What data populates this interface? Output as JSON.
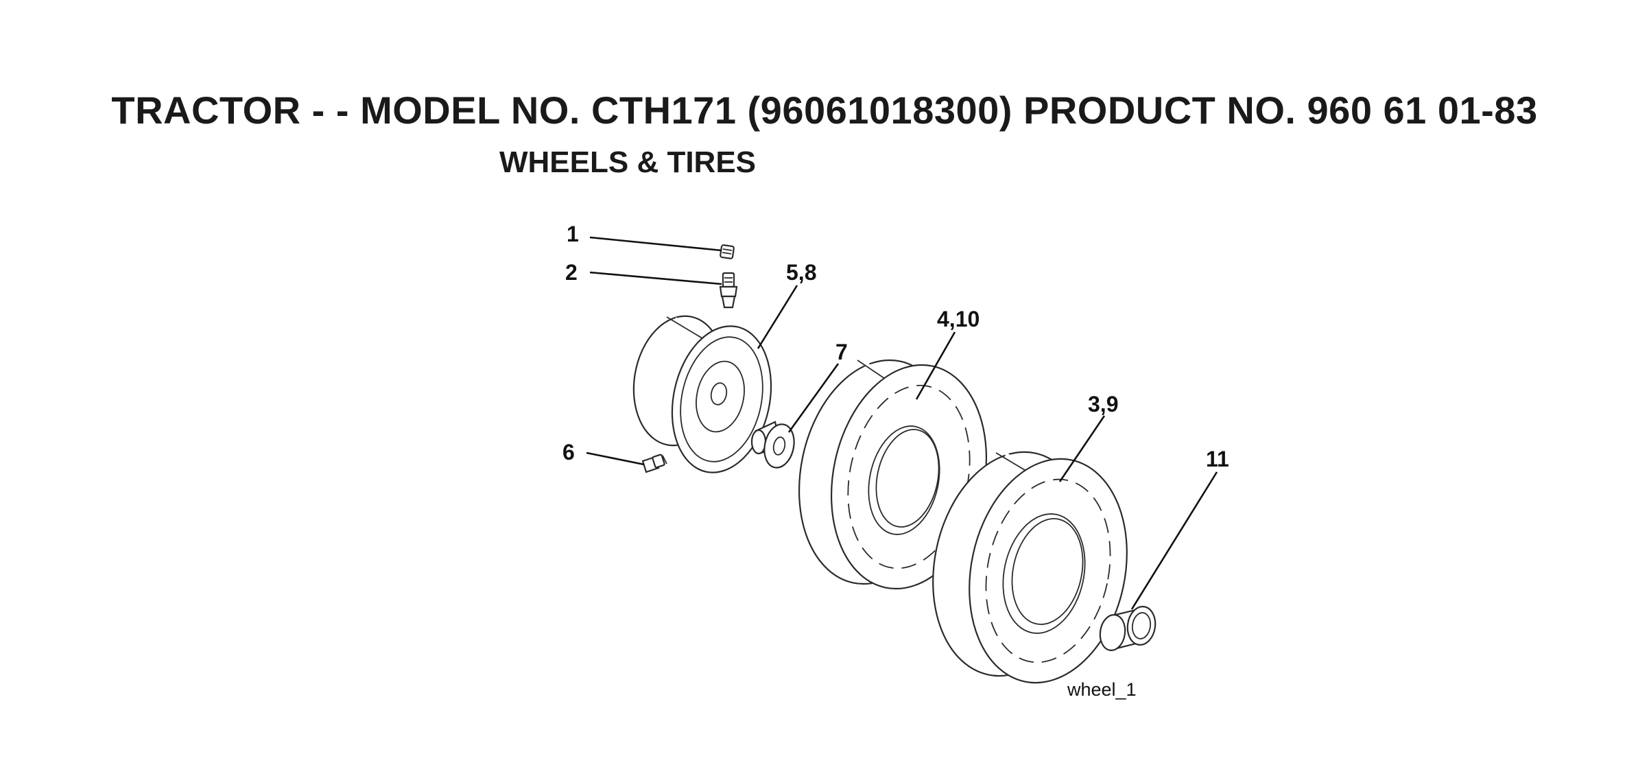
{
  "header": {
    "title": "TRACTOR - - MODEL NO. CTH171 (96061018300) PRODUCT NO. 960 61 01-83",
    "section": "WHEELS & TIRES"
  },
  "callouts": [
    {
      "id": "c1",
      "label": "1"
    },
    {
      "id": "c2",
      "label": "2"
    },
    {
      "id": "c58",
      "label": "5,8"
    },
    {
      "id": "c7",
      "label": "7"
    },
    {
      "id": "c410",
      "label": "4,10"
    },
    {
      "id": "c39",
      "label": "3,9"
    },
    {
      "id": "c6",
      "label": "6"
    },
    {
      "id": "c11",
      "label": "11"
    }
  ],
  "figure_id": "wheel_1"
}
